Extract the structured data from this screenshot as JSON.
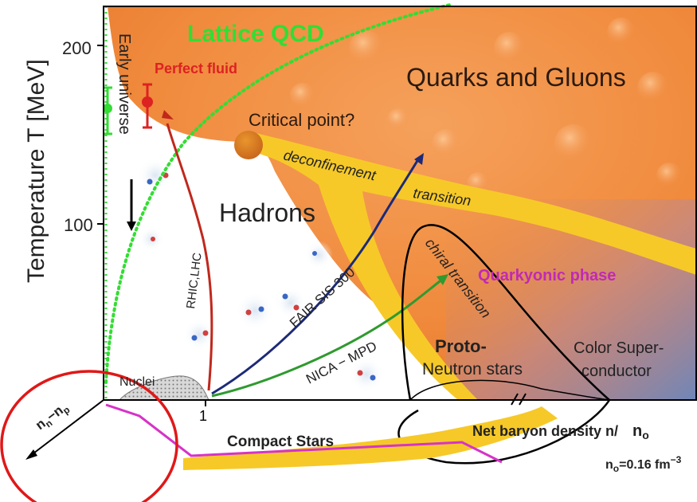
{
  "axes": {
    "y_label": "Temperature T [MeV]",
    "y_ticks": [
      "200",
      "100"
    ],
    "x_tick": "1",
    "x_label": "Net baryon density n/",
    "x_label_sub": "n",
    "x_label_sub_index": "o",
    "n0_def_prefix": "n",
    "n0_def_index": "o",
    "n0_def_value": "=0.16 fm",
    "n0_def_exp": "−3",
    "isospin_axis": "n",
    "isospin_axis_a": "n",
    "isospin_axis_mid": "−n",
    "isospin_axis_b": "p"
  },
  "labels": {
    "lattice": "Lattice  QCD",
    "early_universe": "Early universe",
    "perfect_fluid": "Perfect fluid",
    "quarks_gluons": "Quarks and Gluons",
    "critical_point": "Critical point?",
    "deconfinement": "deconfinement",
    "transition": "transition",
    "hadrons": "Hadrons",
    "chiral_transition": "chiral transition",
    "quarkyonic": "Quarkyonic phase",
    "proto": "Proto-",
    "neutron_stars": "Neutron stars",
    "color_super_1": "Color Super-",
    "color_super_2": "conductor",
    "nuclei": "Nuclei",
    "compact_stars": "Compact  Stars"
  },
  "arrows": {
    "rhic": "RHIC,LHC",
    "fair": "FAIR SIS 300",
    "nica": "NICA − MPD"
  },
  "colors": {
    "qgp_orange": "#f08a3c",
    "band_yellow": "#f6c928",
    "hadron_white": "#ffffff",
    "lattice_green": "#33dd33",
    "perfect_fluid_red": "#dd2222",
    "rhic_red": "#c0281c",
    "fair_navy": "#1c2a78",
    "nica_green": "#2f9a2f",
    "quarkyonic_magenta": "#c02ab4",
    "compact_magenta": "#d633c8",
    "highlight_circle": "#e01818",
    "color_sc_blue": "#7d8fb8"
  }
}
